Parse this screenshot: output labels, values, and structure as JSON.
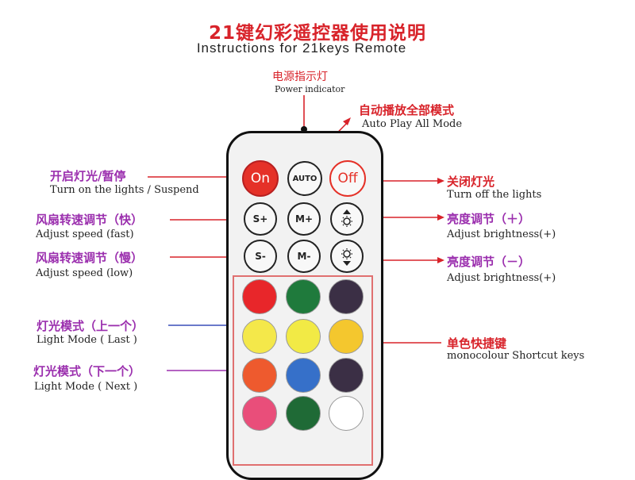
{
  "title": {
    "cn": "21键幻彩遥控器使用说明",
    "en": "Instructions for 21keys Remote"
  },
  "labels": {
    "power_indicator": {
      "cn": "电源指示灯",
      "en": "Power indicator"
    },
    "auto_play": {
      "cn": "自动播放全部模式",
      "en": "Auto Play All Mode"
    },
    "turn_on": {
      "cn": "开启灯光/暂停",
      "en": "Turn on the lights / Suspend"
    },
    "turn_off": {
      "cn": "关闭灯光",
      "en": "Turn off the lights"
    },
    "speed_fast": {
      "cn": "风扇转速调节（快）",
      "en": "Adjust speed (fast)"
    },
    "speed_low": {
      "cn": "风扇转速调节（慢）",
      "en": "Adjust speed (low)"
    },
    "bright_up": {
      "cn": "亮度调节（＋）",
      "en": "Adjust brightness(+)"
    },
    "bright_down": {
      "cn": "亮度调节（－）",
      "en": "Adjust brightness(+)"
    },
    "mode_last": {
      "cn": "灯光模式（上一个）",
      "en": "Light Mode ( Last )"
    },
    "mode_next": {
      "cn": "灯光模式（下一个）",
      "en": "Light Mode ( Next )"
    },
    "monocolour": {
      "cn": "单色快捷键",
      "en": "monocolour Shortcut keys"
    }
  },
  "buttons": {
    "on": "On",
    "auto": "AUTO",
    "off": "Off",
    "speed_up": "S+",
    "mode_up": "M+",
    "speed_down": "S-",
    "mode_down": "M-"
  },
  "colors": {
    "accent_red": "#d8232a",
    "accent_purple": "#9b2fae",
    "keys": [
      "#e8262a",
      "#1f7a3c",
      "#3b2f45",
      "#f4e84a",
      "#f2ea45",
      "#f4c72e",
      "#ee5a2e",
      "#3670c9",
      "#3b2f45",
      "#e94e7a",
      "#1f6a36",
      "#ffffff"
    ]
  }
}
